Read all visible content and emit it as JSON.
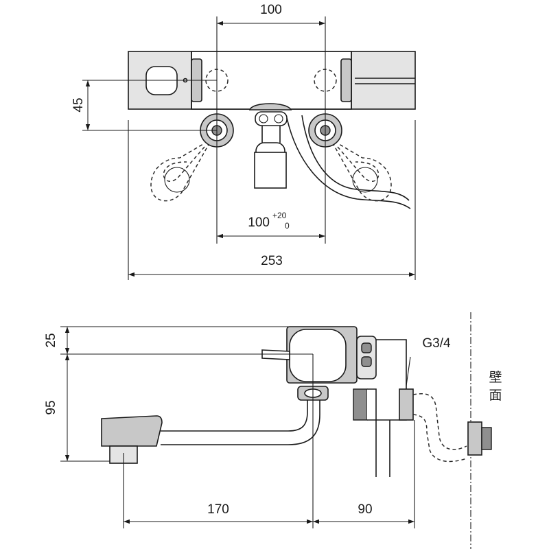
{
  "front_view": {
    "dimensions": {
      "inlet_spacing_top": "100",
      "inlet_spacing_bottom": "100",
      "inlet_spacing_tolerance_upper": "+20",
      "inlet_spacing_tolerance_lower": "0",
      "overall_width": "253",
      "body_to_inlet_height": "45"
    }
  },
  "side_view": {
    "dimensions": {
      "top_offset": "25",
      "spout_height": "95",
      "spout_reach": "170",
      "wall_depth": "90"
    },
    "thread_label": "G3/4",
    "wall_label_line1": "壁",
    "wall_label_line2": "面"
  }
}
